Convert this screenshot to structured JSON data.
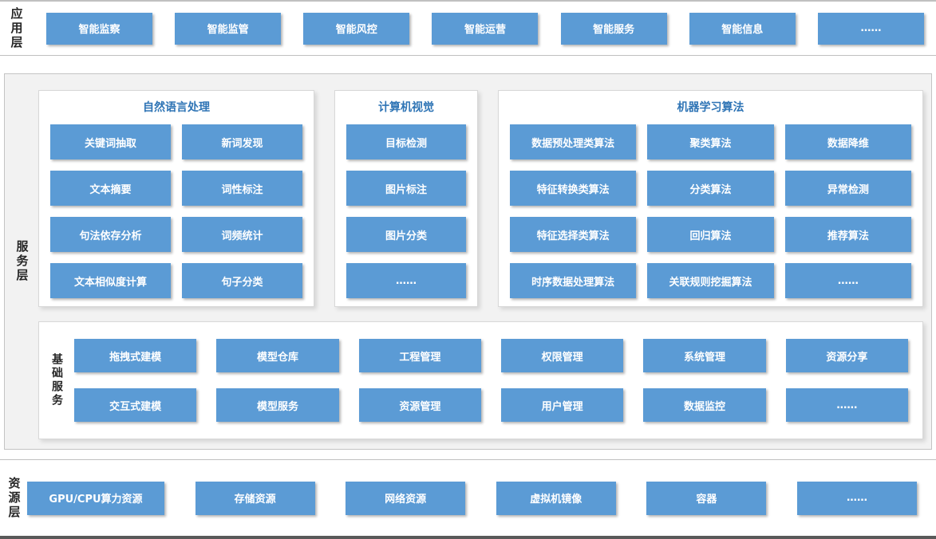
{
  "colors": {
    "box_blue": "#5B9BD5",
    "box_text": "#FFFFFF",
    "panel_title_blue": "#2E74B5",
    "service_layer_bg": "#F2F2F2",
    "layer_label_text": "#262626"
  },
  "layers": {
    "application": {
      "label": "应用层",
      "items": [
        "智能监察",
        "智能监管",
        "智能风控",
        "智能运营",
        "智能服务",
        "智能信息",
        "……"
      ]
    },
    "service": {
      "label": "服务层",
      "panels": [
        {
          "title": "自然语言处理",
          "items": [
            "关键词抽取",
            "新词发现",
            "文本摘要",
            "词性标注",
            "句法依存分析",
            "词频统计",
            "文本相似度计算",
            "句子分类"
          ]
        },
        {
          "title": "计算机视觉",
          "items": [
            "目标检测",
            "图片标注",
            "图片分类",
            "……"
          ]
        },
        {
          "title": "机器学习算法",
          "items": [
            "数据预处理类算法",
            "聚类算法",
            "数据降维",
            "特征转换类算法",
            "分类算法",
            "异常检测",
            "特征选择类算法",
            "回归算法",
            "推荐算法",
            "时序数据处理算法",
            "关联规则挖掘算法",
            "……"
          ]
        }
      ],
      "basic": {
        "label": "基础服务",
        "items": [
          "拖拽式建模",
          "模型仓库",
          "工程管理",
          "权限管理",
          "系统管理",
          "资源分享",
          "交互式建模",
          "模型服务",
          "资源管理",
          "用户管理",
          "数据监控",
          "……"
        ]
      }
    },
    "resource": {
      "label": "资源层",
      "items": [
        "GPU/CPU算力资源",
        "存储资源",
        "网络资源",
        "虚拟机镜像",
        "容器",
        "……"
      ]
    }
  }
}
